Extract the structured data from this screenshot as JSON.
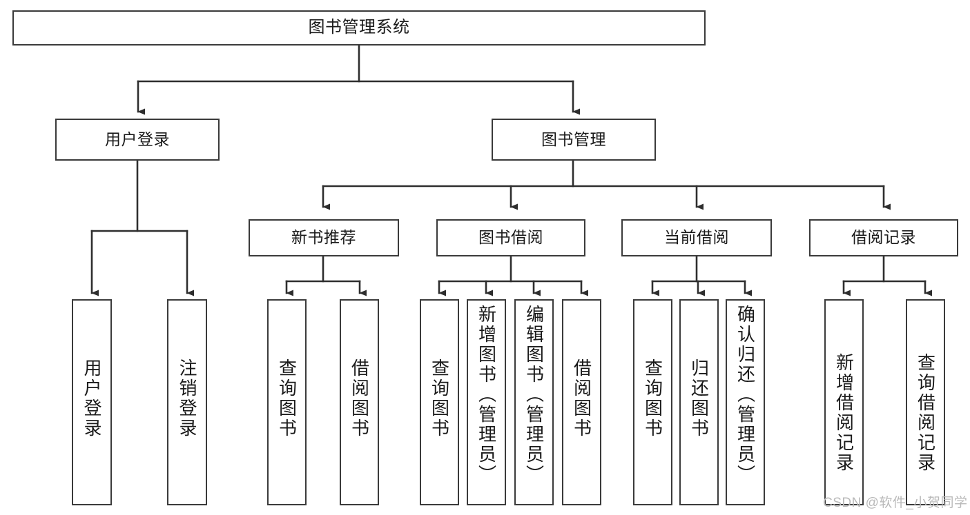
{
  "diagram": {
    "title": "图书管理系统",
    "type": "hierarchy-tree",
    "colors": {
      "stroke": "#3a3a3a",
      "fill": "#ffffff",
      "text": "#1a1a1a",
      "watermark": "#b9b9b9"
    },
    "levels": {
      "root": {
        "label": "图书管理系统"
      },
      "level2": [
        {
          "label": "用户登录"
        },
        {
          "label": "图书管理"
        }
      ],
      "level3": [
        {
          "label": "新书推荐"
        },
        {
          "label": "图书借阅"
        },
        {
          "label": "当前借阅"
        },
        {
          "label": "借阅记录"
        }
      ],
      "leaves_user_login": [
        {
          "label": "用户登录"
        },
        {
          "label": "注销登录"
        }
      ],
      "leaves_new_book": [
        {
          "label": "查询图书"
        },
        {
          "label": "借阅图书"
        }
      ],
      "leaves_borrow": [
        {
          "label": "查询图书"
        },
        {
          "label": "新增图书（管理员）"
        },
        {
          "label": "编辑图书（管理员）"
        },
        {
          "label": "借阅图书"
        }
      ],
      "leaves_current": [
        {
          "label": "查询图书"
        },
        {
          "label": "归还图书"
        },
        {
          "label": "确认归还（管理员）"
        }
      ],
      "leaves_records": [
        {
          "label": "新增借阅记录"
        },
        {
          "label": "查询借阅记录"
        }
      ]
    },
    "watermark": "CSDN @软件_小贺同学"
  }
}
